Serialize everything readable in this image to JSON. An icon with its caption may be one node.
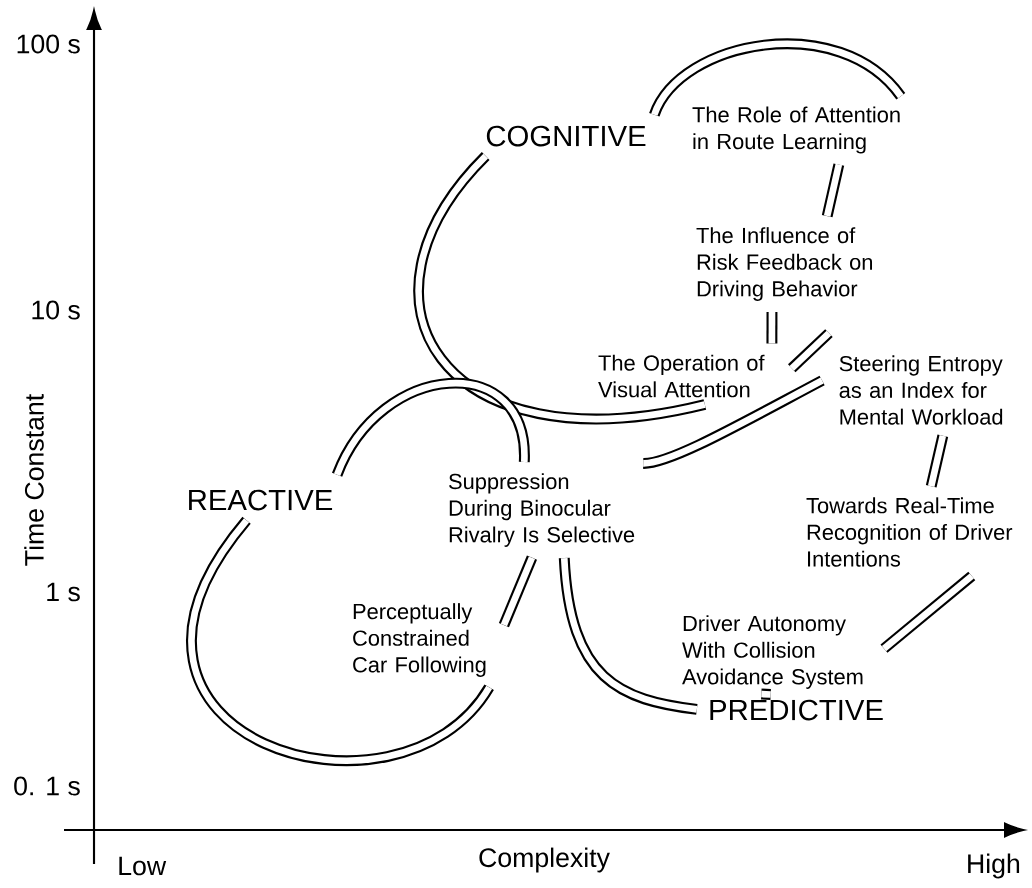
{
  "diagram": {
    "nodes": [
      {
        "text": [
          "COGNITIVE"
        ]
      },
      {
        "text": [
          "The Role of Attention in Route Learning"
        ]
      },
      {
        "text": [
          "The Influence of Risk Feedback on Driving Behavior"
        ]
      },
      {
        "text": [
          "The Operation of Visual Attention"
        ]
      },
      {
        "text": [
          "Steering Entropy as an Index for Mental Workload"
        ]
      },
      {
        "text": [
          "Towards Real-Time Recognition of Driver Intentions"
        ]
      },
      {
        "text": [
          "Driver Autonomy With Collision Avoidance System"
        ]
      },
      {
        "text": [
          "PREDICTIVE"
        ]
      },
      {
        "text": [
          "Suppression During Binocular Rivalry Is Selective"
        ]
      },
      {
        "text": [
          "Perceptually Constrained Car Following"
        ]
      },
      {
        "text": [
          "REACTIVE"
        ]
      }
    ],
    "edges": [
      {
        "from": 0,
        "to": 1,
        "arrow": "none"
      },
      {
        "from": 1,
        "to": 2,
        "arrow": "none"
      },
      {
        "from": 2,
        "to": 3,
        "arrow": "none"
      },
      {
        "from": 0,
        "to": 3,
        "arrow": "none"
      },
      {
        "from": 3,
        "to": 4,
        "arrow": "none"
      },
      {
        "from": 4,
        "to": 8,
        "arrow": "none"
      },
      {
        "from": 8,
        "to": 10,
        "arrow": "none"
      },
      {
        "from": 10,
        "to": 9,
        "arrow": "none"
      },
      {
        "from": 9,
        "to": 8,
        "arrow": "none"
      },
      {
        "from": 8,
        "to": 7,
        "arrow": "none"
      },
      {
        "from": 7,
        "to": 6,
        "arrow": "none"
      },
      {
        "from": 6,
        "to": 5,
        "arrow": "none"
      },
      {
        "from": 5,
        "to": 4,
        "arrow": "none"
      }
    ],
    "labels": [
      "100 s",
      "10 s",
      "1 s",
      "0. 1 s",
      "Time Constant",
      "Low",
      "Complexity",
      "High"
    ]
  }
}
